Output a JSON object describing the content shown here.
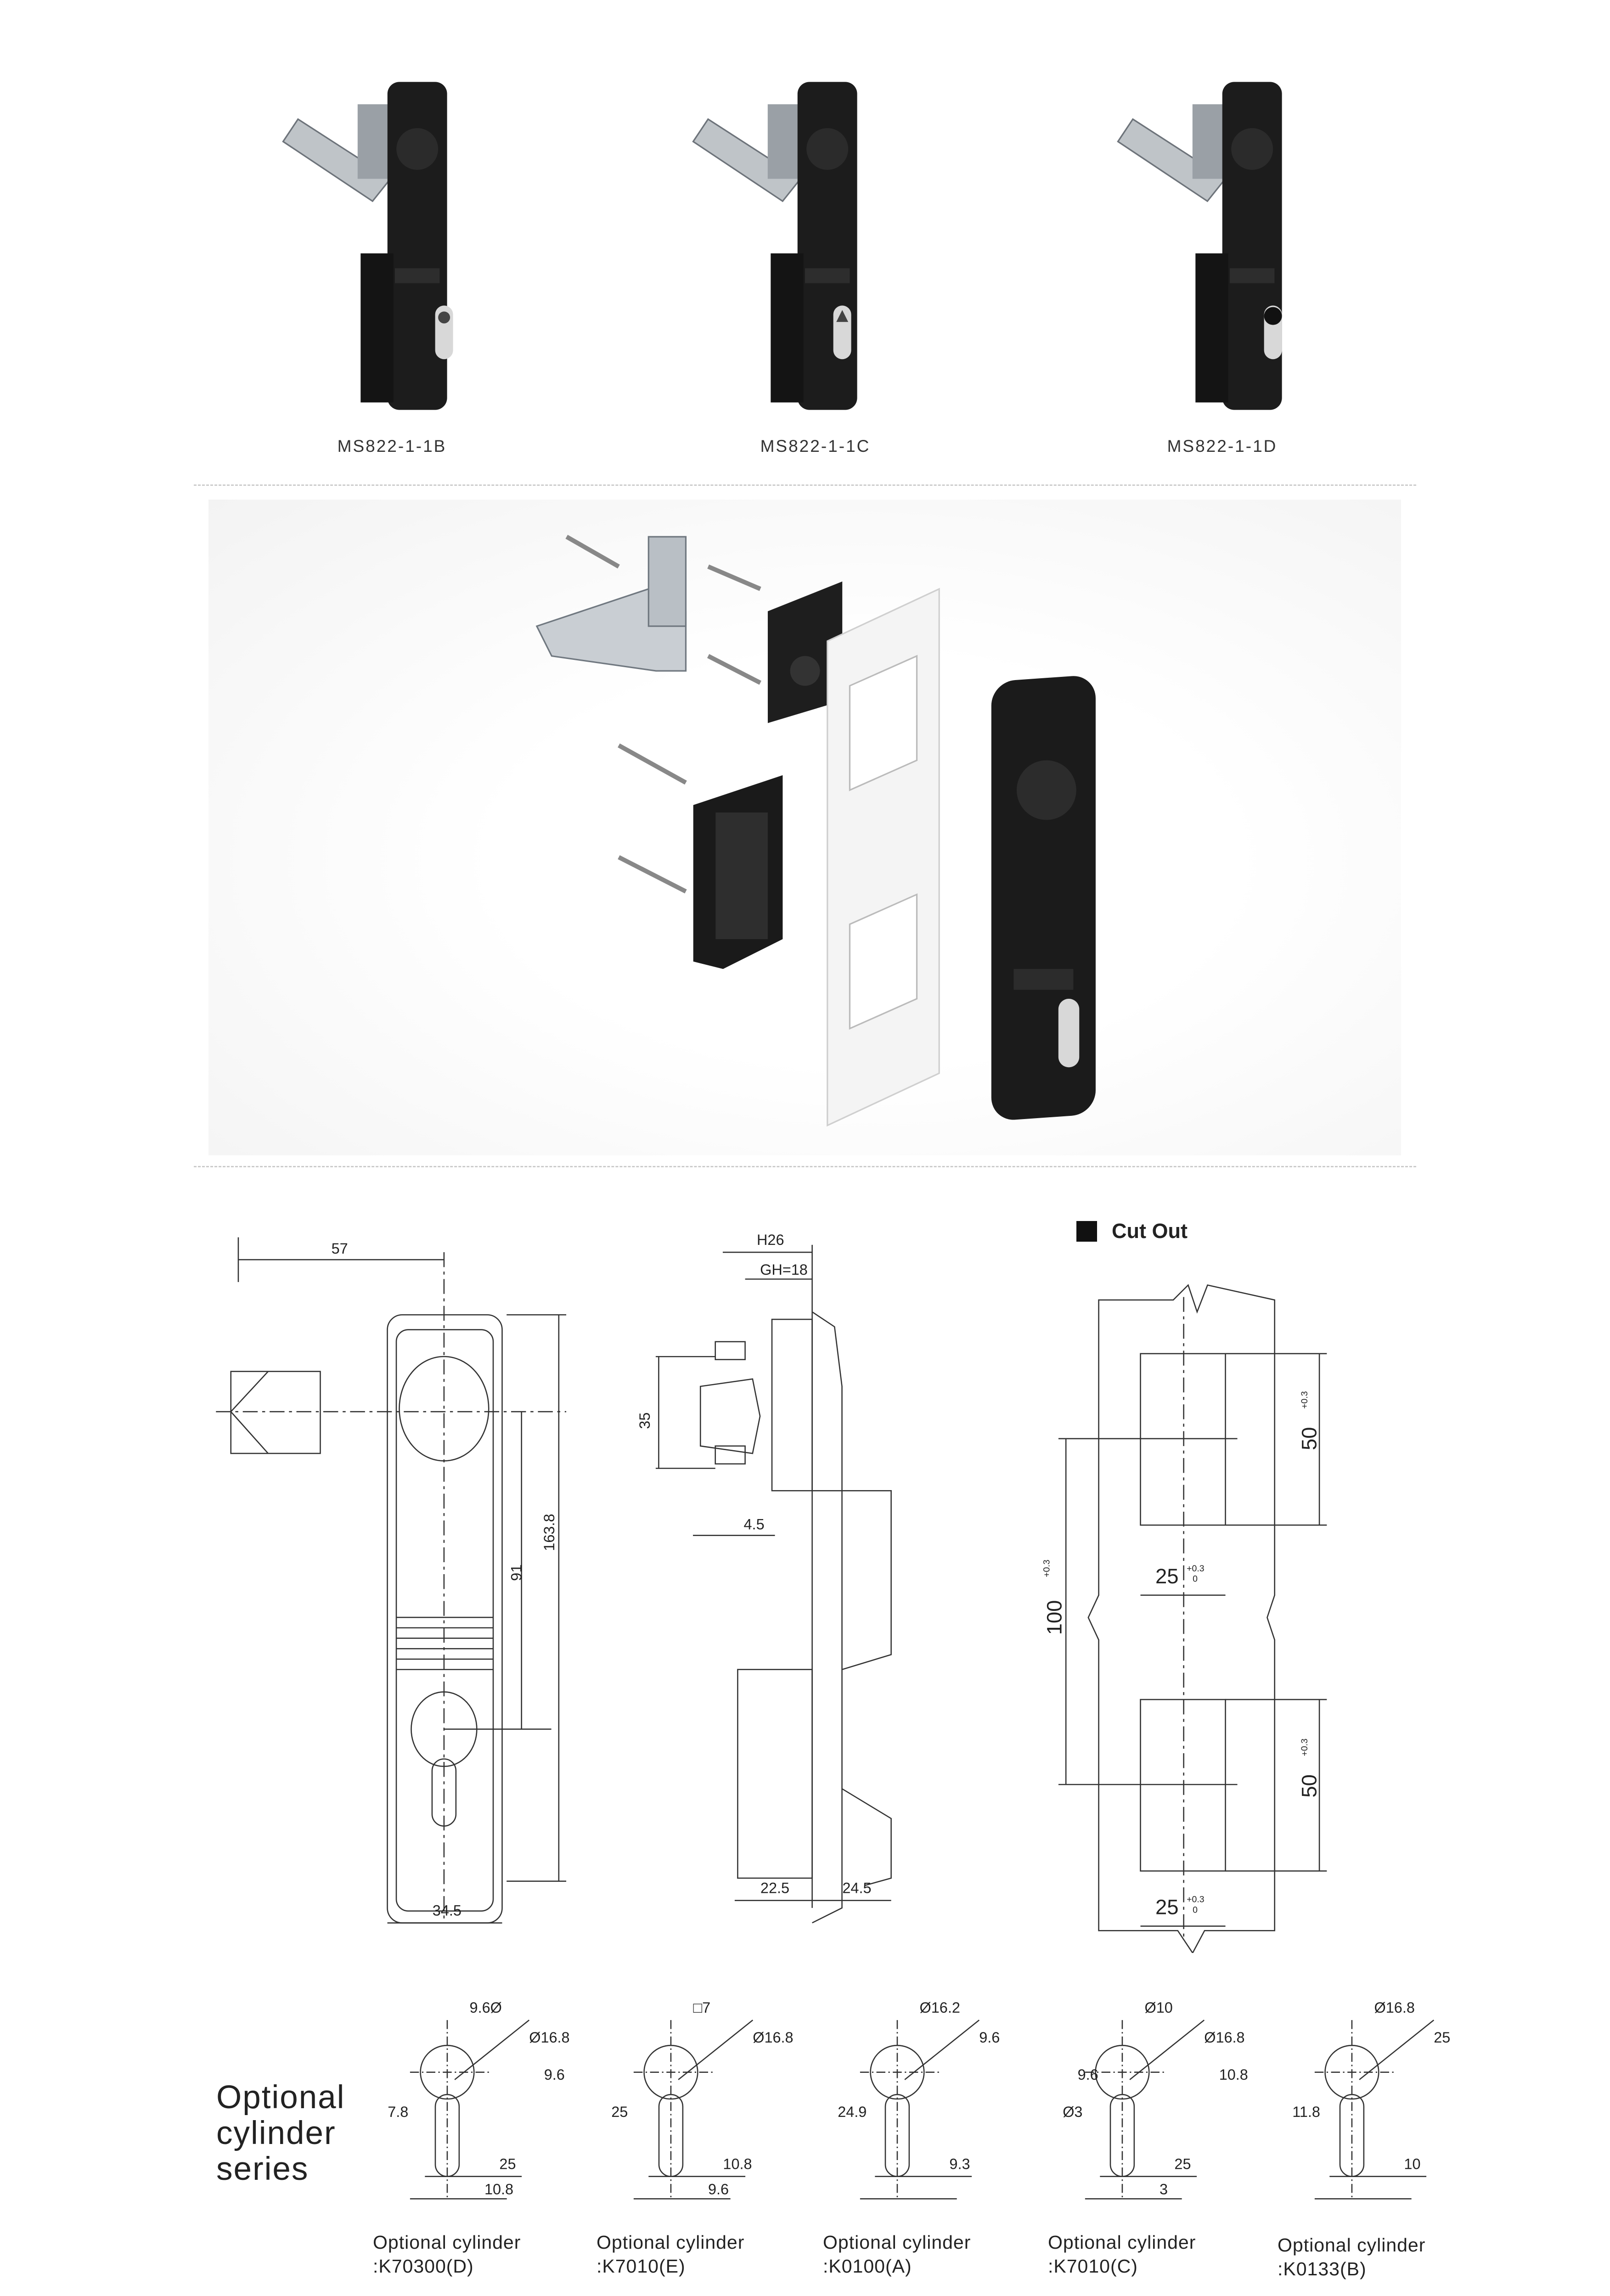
{
  "products": [
    {
      "model": "MS822-1-1B",
      "cylinder": "keyed-slot"
    },
    {
      "model": "MS822-1-1C",
      "cylinder": "triangle"
    },
    {
      "model": "MS822-1-1D",
      "cylinder": "profile"
    }
  ],
  "drawing": {
    "front": {
      "width_handle": "57",
      "height_total": "163.8",
      "center_distance": "91",
      "body_width": "34.5"
    },
    "side": {
      "h": "H26",
      "gh": "GH=18",
      "bolt_spacing": "35",
      "offset": "4.5",
      "depth_back": "22.5",
      "depth_front": "24.5"
    },
    "cutout": {
      "title": "Cut Out",
      "hole_height": "50",
      "hole_width": "25",
      "pitch": "100",
      "tol_plus": "+0.3",
      "tol_zero": "0"
    }
  },
  "cylinders": {
    "title_lines": [
      "Optional",
      "cylinder",
      "series"
    ],
    "items": [
      {
        "line1": "Optional cylinder",
        "line2": ":K70300(D)",
        "dims": [
          "9.6Ø",
          "Ø16.8",
          "7.8",
          "25",
          "10.8",
          "9.6"
        ]
      },
      {
        "line1": "Optional cylinder",
        "line2": ":K7010(E)",
        "dims": [
          "□7",
          "Ø16.8",
          "25",
          "10.8",
          "9.6"
        ]
      },
      {
        "line1": "Optional cylinder",
        "line2": ":K0100(A)",
        "dims": [
          "Ø16.2",
          "9.6",
          "24.9",
          "9.3"
        ]
      },
      {
        "line1": "Optional cylinder",
        "line2": ":K7010(C)",
        "dims": [
          "Ø10",
          "Ø16.8",
          "Ø3",
          "25",
          "3",
          "10.8",
          "9.6"
        ]
      },
      {
        "line1": "Optional cylinder",
        "line2": ":K0133(B)",
        "dims": [
          "Ø16.8",
          "25",
          "11.8",
          "10"
        ]
      }
    ]
  }
}
